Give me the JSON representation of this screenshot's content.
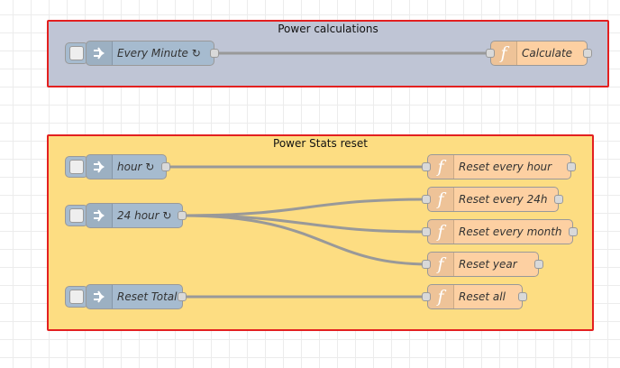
{
  "groups": [
    {
      "name": "Power calculations"
    },
    {
      "name": "Power Stats reset"
    }
  ],
  "nodes": {
    "every_minute": {
      "label": "Every Minute ↻",
      "icon": "inject-arrow-icon"
    },
    "calculate": {
      "label": "Calculate",
      "icon": "function-icon"
    },
    "hour": {
      "label": "hour ↻",
      "icon": "inject-arrow-icon"
    },
    "hour24": {
      "label": "24 hour ↻",
      "icon": "inject-arrow-icon"
    },
    "reset_total": {
      "label": "Reset Total",
      "icon": "inject-arrow-icon"
    },
    "reset_hour": {
      "label": "Reset every hour",
      "icon": "function-icon"
    },
    "reset_24h": {
      "label": "Reset every 24h",
      "icon": "function-icon"
    },
    "reset_month": {
      "label": "Reset every month",
      "icon": "function-icon"
    },
    "reset_year": {
      "label": "Reset year",
      "icon": "function-icon"
    },
    "reset_all": {
      "label": "Reset all",
      "icon": "function-icon"
    }
  },
  "colors": {
    "inject_node": "#a6bbcf",
    "function_node": "#fdd0a2",
    "group1_fill": "#bfc5d5",
    "group2_fill": "#fddd82",
    "group_border": "#e32020",
    "wire": "#999999"
  }
}
